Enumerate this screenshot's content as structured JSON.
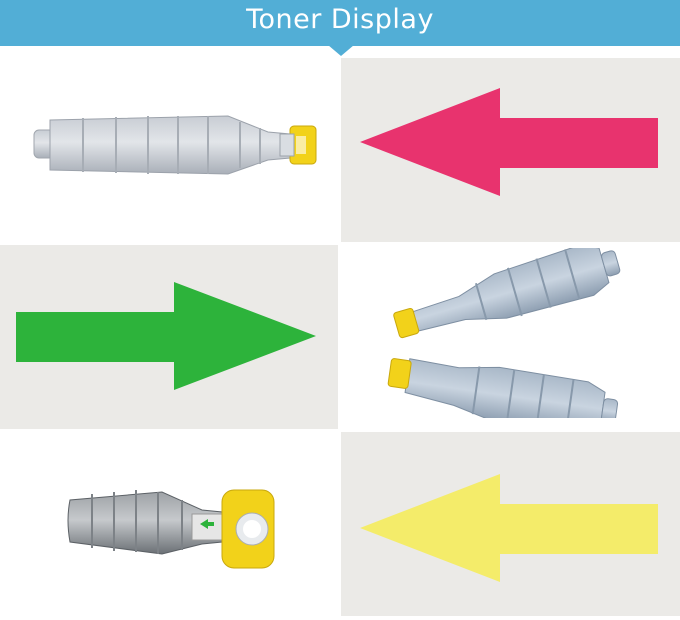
{
  "header": {
    "title": "Toner Display",
    "color": "#52aed6"
  },
  "grid": {
    "background_color": "#ebeae7",
    "rows": [
      {
        "left": {
          "type": "image",
          "content": "toner-bottle-horizontal-icon"
        },
        "right": {
          "type": "arrow",
          "direction": "left",
          "color": "#e8336e",
          "content": "arrow-left-icon"
        }
      },
      {
        "left": {
          "type": "arrow",
          "direction": "right",
          "color": "#2db33b",
          "content": "arrow-right-icon"
        },
        "right": {
          "type": "image",
          "content": "two-toner-bottles-icon"
        }
      },
      {
        "left": {
          "type": "image",
          "content": "toner-bottle-angled-icon"
        },
        "right": {
          "type": "arrow",
          "direction": "left",
          "color": "#f4ec6a",
          "content": "arrow-left-icon"
        }
      }
    ]
  }
}
